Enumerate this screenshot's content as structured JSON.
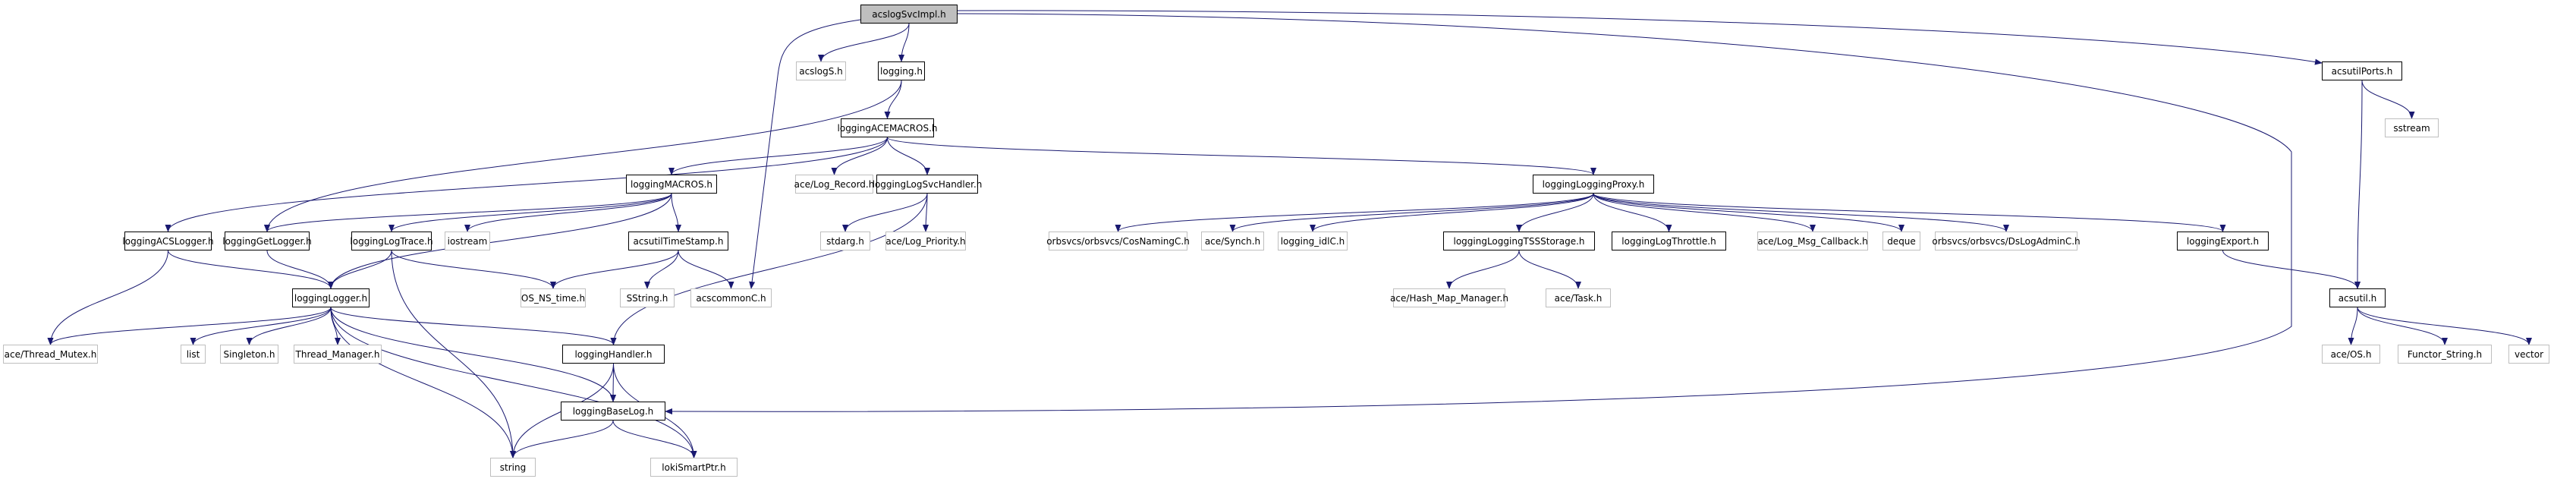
{
  "diagram": {
    "title": "acslogSvcImpl.h include dependency graph",
    "edge_color": "#191970",
    "nodes": [
      {
        "id": "acslogSvcImpl",
        "label": "acslogSvcImpl.h",
        "kind": "root"
      },
      {
        "id": "acslogS",
        "label": "acslogS.h",
        "kind": "external"
      },
      {
        "id": "logging",
        "label": "logging.h",
        "kind": "documented"
      },
      {
        "id": "loggingACEMACROS",
        "label": "loggingACEMACROS.h",
        "kind": "documented"
      },
      {
        "id": "aceLogRecord",
        "label": "ace/Log_Record.h",
        "kind": "external"
      },
      {
        "id": "loggingLogSvcHandler",
        "label": "loggingLogSvcHandler.h",
        "kind": "documented"
      },
      {
        "id": "loggingMACROS",
        "label": "loggingMACROS.h",
        "kind": "documented"
      },
      {
        "id": "loggingACSLogger",
        "label": "loggingACSLogger.h",
        "kind": "documented"
      },
      {
        "id": "loggingGetLogger",
        "label": "loggingGetLogger.h",
        "kind": "documented"
      },
      {
        "id": "loggingLogTrace",
        "label": "loggingLogTrace.h",
        "kind": "documented"
      },
      {
        "id": "iostream",
        "label": "iostream",
        "kind": "external"
      },
      {
        "id": "acsutilTimeStamp",
        "label": "acsutilTimeStamp.h",
        "kind": "documented"
      },
      {
        "id": "stdarg",
        "label": "stdarg.h",
        "kind": "external"
      },
      {
        "id": "aceLogPriority",
        "label": "ace/Log_Priority.h",
        "kind": "external"
      },
      {
        "id": "cosNamingC",
        "label": "orbsvcs/orbsvcs/CosNamingC.h",
        "kind": "external"
      },
      {
        "id": "aceSynch",
        "label": "ace/Synch.h",
        "kind": "external"
      },
      {
        "id": "loggingIdlC",
        "label": "logging_idlC.h",
        "kind": "external"
      },
      {
        "id": "loggingLoggingTSSStorage",
        "label": "loggingLoggingTSSStorage.h",
        "kind": "documented"
      },
      {
        "id": "loggingLogThrottle",
        "label": "loggingLogThrottle.h",
        "kind": "documented"
      },
      {
        "id": "aceLogMsgCallback",
        "label": "ace/Log_Msg_Callback.h",
        "kind": "external"
      },
      {
        "id": "deque",
        "label": "deque",
        "kind": "external"
      },
      {
        "id": "dsLogAdminC",
        "label": "orbsvcs/orbsvcs/DsLogAdminC.h",
        "kind": "external"
      },
      {
        "id": "loggingExport",
        "label": "loggingExport.h",
        "kind": "documented"
      },
      {
        "id": "loggingLoggingProxy",
        "label": "loggingLoggingProxy.h",
        "kind": "documented"
      },
      {
        "id": "acsutilPorts",
        "label": "acsutilPorts.h",
        "kind": "documented"
      },
      {
        "id": "sstream",
        "label": "sstream",
        "kind": "external"
      },
      {
        "id": "loggingLogger",
        "label": "loggingLogger.h",
        "kind": "documented"
      },
      {
        "id": "osNsTime",
        "label": "OS_NS_time.h",
        "kind": "external"
      },
      {
        "id": "sString",
        "label": "SString.h",
        "kind": "external"
      },
      {
        "id": "acscommonC",
        "label": "acscommonC.h",
        "kind": "external"
      },
      {
        "id": "aceHashMapManager",
        "label": "ace/Hash_Map_Manager.h",
        "kind": "external"
      },
      {
        "id": "aceTask",
        "label": "ace/Task.h",
        "kind": "external"
      },
      {
        "id": "acsutil",
        "label": "acsutil.h",
        "kind": "documented"
      },
      {
        "id": "aceThreadMutex",
        "label": "ace/Thread_Mutex.h",
        "kind": "external"
      },
      {
        "id": "list",
        "label": "list",
        "kind": "external"
      },
      {
        "id": "singleton",
        "label": "Singleton.h",
        "kind": "external"
      },
      {
        "id": "threadManager",
        "label": "Thread_Manager.h",
        "kind": "external"
      },
      {
        "id": "loggingHandler",
        "label": "loggingHandler.h",
        "kind": "documented"
      },
      {
        "id": "aceOS",
        "label": "ace/OS.h",
        "kind": "external"
      },
      {
        "id": "functorString",
        "label": "Functor_String.h",
        "kind": "external"
      },
      {
        "id": "vector",
        "label": "vector",
        "kind": "external"
      },
      {
        "id": "loggingBaseLog",
        "label": "loggingBaseLog.h",
        "kind": "documented"
      },
      {
        "id": "string",
        "label": "string",
        "kind": "external"
      },
      {
        "id": "lokiSmartPtr",
        "label": "lokiSmartPtr.h",
        "kind": "external"
      }
    ],
    "edges": [
      [
        "acslogSvcImpl",
        "acslogS"
      ],
      [
        "acslogSvcImpl",
        "logging"
      ],
      [
        "acslogSvcImpl",
        "acscommonC"
      ],
      [
        "acslogSvcImpl",
        "acsutilPorts"
      ],
      [
        "acslogSvcImpl",
        "loggingBaseLog"
      ],
      [
        "logging",
        "loggingACEMACROS"
      ],
      [
        "logging",
        "loggingGetLogger"
      ],
      [
        "loggingACEMACROS",
        "aceLogRecord"
      ],
      [
        "loggingACEMACROS",
        "loggingLogSvcHandler"
      ],
      [
        "loggingACEMACROS",
        "loggingMACROS"
      ],
      [
        "loggingACEMACROS",
        "loggingACSLogger"
      ],
      [
        "loggingACEMACROS",
        "loggingLoggingProxy"
      ],
      [
        "loggingMACROS",
        "loggingGetLogger"
      ],
      [
        "loggingMACROS",
        "loggingLogTrace"
      ],
      [
        "loggingMACROS",
        "iostream"
      ],
      [
        "loggingMACROS",
        "acsutilTimeStamp"
      ],
      [
        "loggingMACROS",
        "loggingLogger"
      ],
      [
        "loggingLogSvcHandler",
        "stdarg"
      ],
      [
        "loggingLogSvcHandler",
        "aceLogPriority"
      ],
      [
        "loggingLogSvcHandler",
        "loggingHandler"
      ],
      [
        "loggingACSLogger",
        "loggingLogger"
      ],
      [
        "loggingACSLogger",
        "aceThreadMutex"
      ],
      [
        "loggingGetLogger",
        "loggingLogger"
      ],
      [
        "loggingLogTrace",
        "loggingLogger"
      ],
      [
        "loggingLogTrace",
        "osNsTime"
      ],
      [
        "loggingLogTrace",
        "string"
      ],
      [
        "acsutilTimeStamp",
        "osNsTime"
      ],
      [
        "acsutilTimeStamp",
        "sString"
      ],
      [
        "acsutilTimeStamp",
        "acscommonC"
      ],
      [
        "loggingLoggingProxy",
        "cosNamingC"
      ],
      [
        "loggingLoggingProxy",
        "aceSynch"
      ],
      [
        "loggingLoggingProxy",
        "loggingIdlC"
      ],
      [
        "loggingLoggingProxy",
        "loggingLoggingTSSStorage"
      ],
      [
        "loggingLoggingProxy",
        "loggingLogThrottle"
      ],
      [
        "loggingLoggingProxy",
        "aceLogMsgCallback"
      ],
      [
        "loggingLoggingProxy",
        "deque"
      ],
      [
        "loggingLoggingProxy",
        "dsLogAdminC"
      ],
      [
        "loggingLoggingProxy",
        "loggingExport"
      ],
      [
        "loggingLoggingTSSStorage",
        "aceHashMapManager"
      ],
      [
        "loggingLoggingTSSStorage",
        "aceTask"
      ],
      [
        "loggingExport",
        "acsutil"
      ],
      [
        "acsutilPorts",
        "sstream"
      ],
      [
        "acsutilPorts",
        "acsutil"
      ],
      [
        "acsutil",
        "aceOS"
      ],
      [
        "acsutil",
        "functorString"
      ],
      [
        "acsutil",
        "vector"
      ],
      [
        "loggingLogger",
        "aceThreadMutex"
      ],
      [
        "loggingLogger",
        "list"
      ],
      [
        "loggingLogger",
        "singleton"
      ],
      [
        "loggingLogger",
        "threadManager"
      ],
      [
        "loggingLogger",
        "loggingHandler"
      ],
      [
        "loggingLogger",
        "loggingBaseLog"
      ],
      [
        "loggingLogger",
        "string"
      ],
      [
        "loggingLogger",
        "lokiSmartPtr"
      ],
      [
        "loggingHandler",
        "loggingBaseLog"
      ],
      [
        "loggingHandler",
        "string"
      ],
      [
        "loggingHandler",
        "lokiSmartPtr"
      ],
      [
        "loggingBaseLog",
        "string"
      ],
      [
        "loggingBaseLog",
        "lokiSmartPtr"
      ]
    ]
  }
}
